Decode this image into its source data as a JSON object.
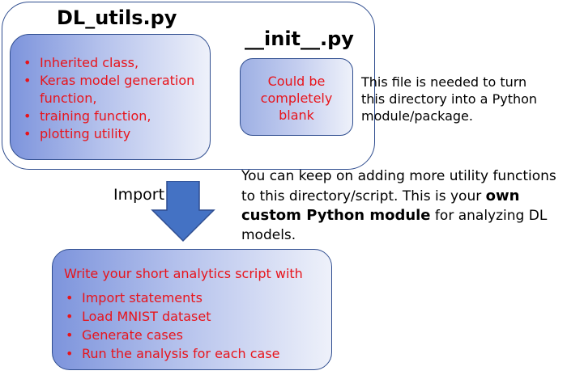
{
  "dl_utils": {
    "title": "DL_utils.py",
    "items": [
      "Inherited class,",
      "Keras model generation function,",
      "training function,",
      "plotting utility"
    ]
  },
  "init": {
    "title": "__init__.py",
    "box_lines": [
      "Could be",
      "completely",
      "blank"
    ],
    "note": "This file is needed to turn this directory into a Python module/package."
  },
  "custom_note": {
    "before": "You can keep on adding more utility functions to this directory/script. This is your ",
    "bold": "own custom Python module",
    "after": " for analyzing DL models."
  },
  "import_label": "Import",
  "script": {
    "heading": "Write your short analytics script with",
    "items": [
      "Import statements",
      "Load MNIST dataset",
      "Generate cases",
      "Run the analysis for each case"
    ]
  },
  "colors": {
    "accent_red": "#e8141b",
    "box_border": "#2f4d8f",
    "arrow_fill": "#4472c4"
  }
}
